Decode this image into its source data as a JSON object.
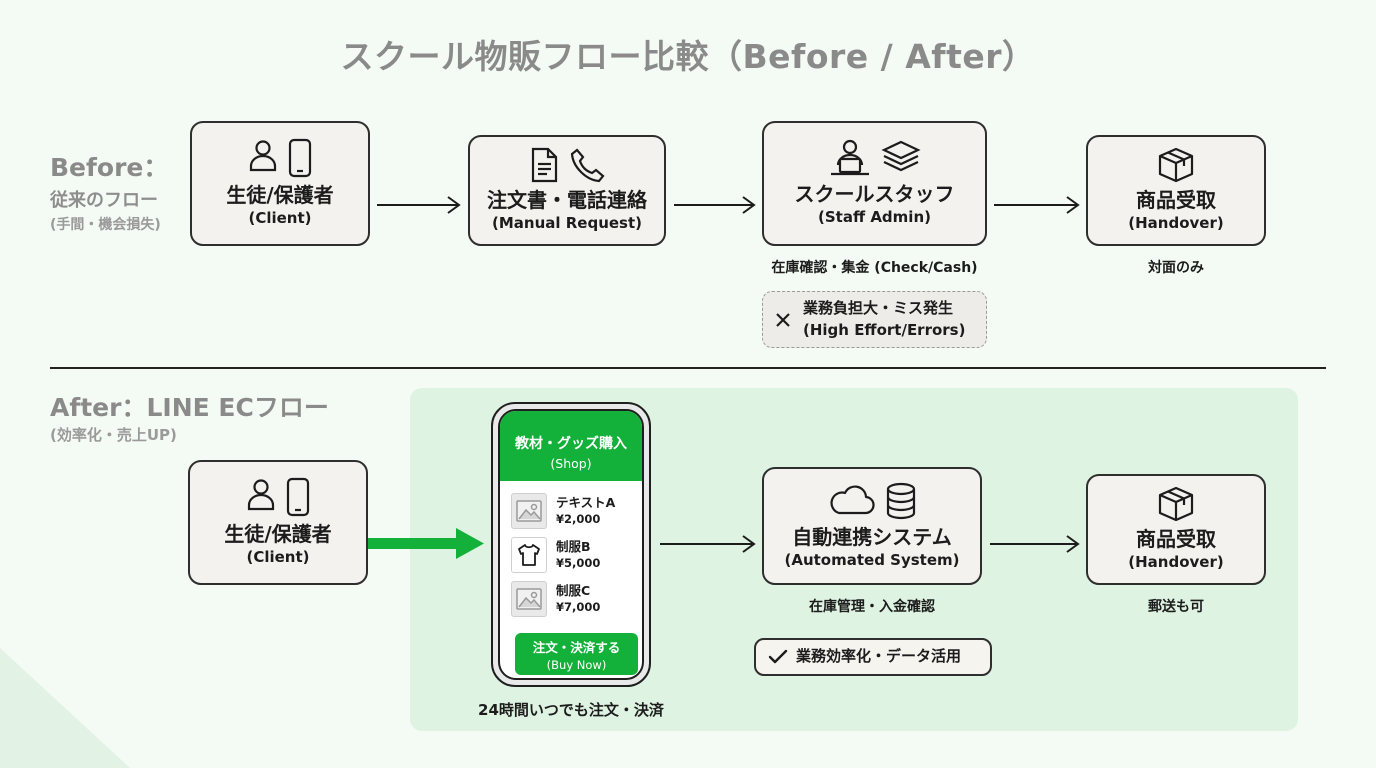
{
  "title": "スクール物販フロー比較（Before / After）",
  "before": {
    "heading": "Before：",
    "subheading": "従来のフロー",
    "note": "(手間・機会損失)",
    "steps": [
      {
        "label": "生徒/保護者",
        "sub": "(Client)",
        "icons": [
          "person-icon",
          "smartphone-icon"
        ]
      },
      {
        "label": "注文書・電話連絡",
        "sub": "(Manual Request)",
        "icons": [
          "document-icon",
          "phone-icon"
        ]
      },
      {
        "label": "スクールスタッフ",
        "sub": "(Staff Admin)",
        "icons": [
          "staff-laptop-icon",
          "stack-icon"
        ]
      },
      {
        "label": "商品受取",
        "sub": "(Handover)",
        "icons": [
          "package-icon"
        ]
      }
    ],
    "captions": {
      "staff": "在庫確認・集金 (Check/Cash)",
      "handover": "対面のみ"
    },
    "warning": {
      "line1": "業務負担大・ミス発生",
      "line2": "(High Effort/Errors)"
    }
  },
  "after": {
    "heading": "After：LINE ECフロー",
    "note": "(効率化・売上UP)",
    "client": {
      "label": "生徒/保護者",
      "sub": "(Client)"
    },
    "phone": {
      "header_title": "教材・グッズ購入",
      "header_sub": "(Shop)",
      "products": [
        {
          "name": "テキストA",
          "price": "¥2,000",
          "icon": "image-placeholder-icon"
        },
        {
          "name": "制服B",
          "price": "¥5,000",
          "icon": "tshirt-icon"
        },
        {
          "name": "制服C",
          "price": "¥7,000",
          "icon": "image-placeholder-icon"
        }
      ],
      "buy_label": "注文・決済する",
      "buy_sub": "(Buy Now)",
      "caption": "24時間いつでも注文・決済"
    },
    "system": {
      "label": "自動連携システム",
      "sub": "(Automated System)",
      "caption": "在庫管理・入金確認"
    },
    "handover": {
      "label": "商品受取",
      "sub": "(Handover)",
      "caption": "郵送も可"
    },
    "success": {
      "text": "業務効率化・データ活用"
    }
  },
  "colors": {
    "accent_green": "#13b13a",
    "panel_green": "#dff3e2",
    "box_fill": "#f4f2ee",
    "title_gray": "#8a8a8a"
  }
}
